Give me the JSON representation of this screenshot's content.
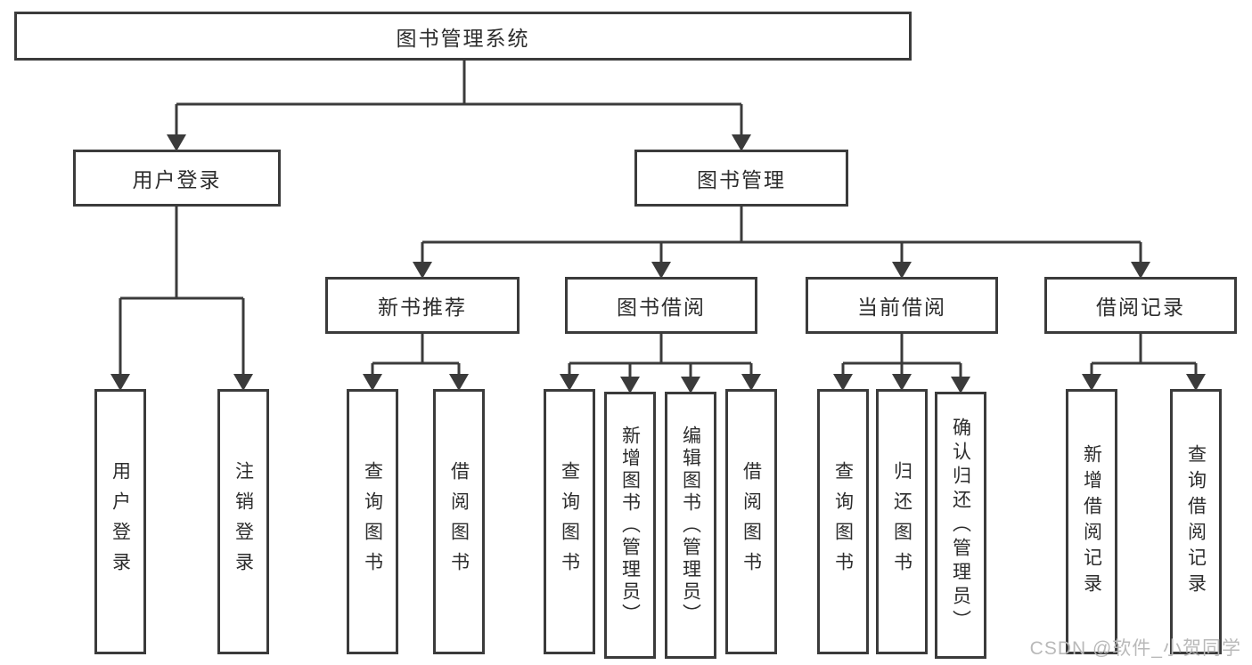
{
  "diagram": {
    "title": "图书管理系统",
    "branches": [
      {
        "label": "用户登录",
        "children": [
          {
            "label": "用户登录"
          },
          {
            "label": "注销登录"
          }
        ]
      },
      {
        "label": "图书管理",
        "children": [
          {
            "label": "新书推荐",
            "children": [
              {
                "label": "查询图书"
              },
              {
                "label": "借阅图书"
              }
            ]
          },
          {
            "label": "图书借阅",
            "children": [
              {
                "label": "查询图书"
              },
              {
                "label": "新增图书（管理员）"
              },
              {
                "label": "编辑图书（管理员）"
              },
              {
                "label": "借阅图书"
              }
            ]
          },
          {
            "label": "当前借阅",
            "children": [
              {
                "label": "查询图书"
              },
              {
                "label": "归还图书"
              },
              {
                "label": "确认归还（管理员）"
              }
            ]
          },
          {
            "label": "借阅记录",
            "children": [
              {
                "label": "新增借阅记录"
              },
              {
                "label": "查询借阅记录"
              }
            ]
          }
        ]
      }
    ]
  },
  "watermark": {
    "text": "CSDN @软件_小贺同学"
  },
  "colors": {
    "line": "#3b3b3b",
    "text": "#2d2d2d",
    "watermark": "#b9b9b9",
    "background": "#ffffff"
  }
}
